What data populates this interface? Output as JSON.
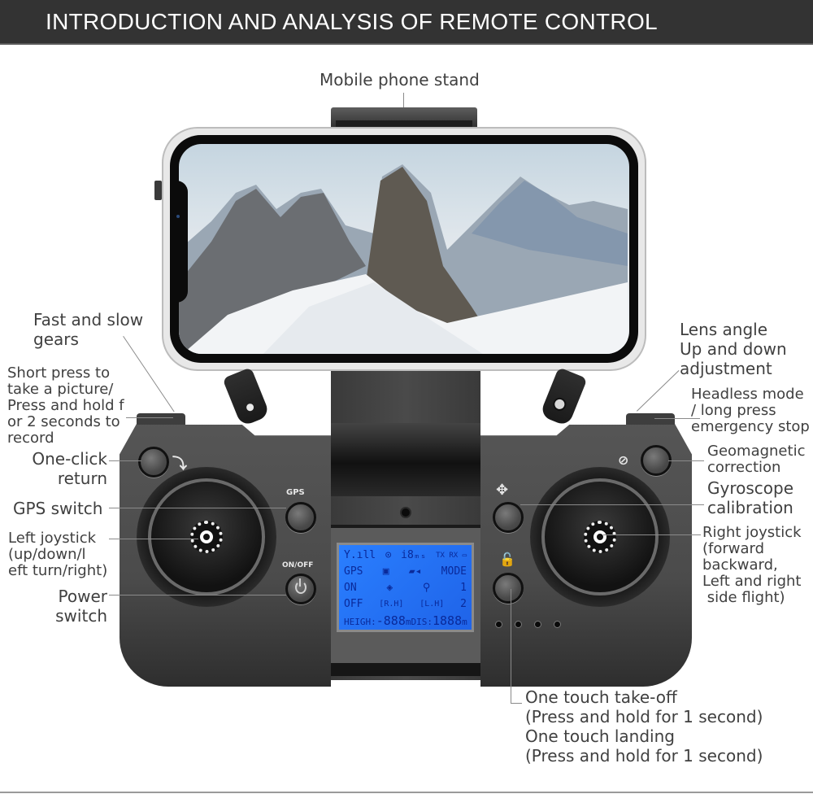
{
  "header": {
    "title": "INTRODUCTION AND ANALYSIS OF REMOTE CONTROL",
    "background": "#333333",
    "text_color": "#ffffff"
  },
  "callouts": {
    "phone_stand": "Mobile phone stand",
    "fast_slow_gears": "Fast and slow\ngears",
    "photo_record": "Short press to\ntake a picture/\nPress and hold f\nor 2 seconds to\nrecord",
    "one_click_return": "One-click\nreturn",
    "gps_switch": "GPS switch",
    "left_joystick": "Left joystick\n(up/down/l\neft turn/right)",
    "power_switch": "Power\nswitch",
    "lens_angle": "Lens angle\nUp and down\nadjustment",
    "headless_mode": "Headless mode\n/ long press\nemergency stop",
    "geomagnetic": "Geomagnetic\ncorrection",
    "gyroscope": "Gyroscope\ncalibration",
    "right_joystick": "Right joystick\n(forward\nbackward,\nLeft and right\n side flight)",
    "takeoff_landing": "One touch take-off\n(Press and hold for 1 second)\nOne touch landing\n(Press and hold for 1 second)"
  },
  "controller": {
    "gps_button_label": "GPS",
    "power_button_label": "ON/OFF",
    "return_icon": "return-home-icon",
    "geomagnetic_icon": "compass-icon",
    "gyroscope_icon": "gyro-orbit-icon",
    "unlock_icon": "unlock-icon",
    "status_led_count": 4
  },
  "lcd": {
    "background": "#2a7fff",
    "rows": [
      [
        "Y.ıll",
        "⊙",
        "i8ₘₛ",
        "TX RX ▭"
      ],
      [
        "GPS",
        "▣",
        "▰◂",
        "MODE"
      ],
      [
        "ON",
        "◈",
        "⚲",
        "1"
      ],
      [
        "OFF",
        "[R.H]",
        "[L.H]",
        "2"
      ]
    ],
    "height_label": "HEIGH:",
    "height_value": "-888",
    "height_unit": "m",
    "distance_label": "DIS:",
    "distance_value": "1888",
    "distance_unit": "m"
  }
}
